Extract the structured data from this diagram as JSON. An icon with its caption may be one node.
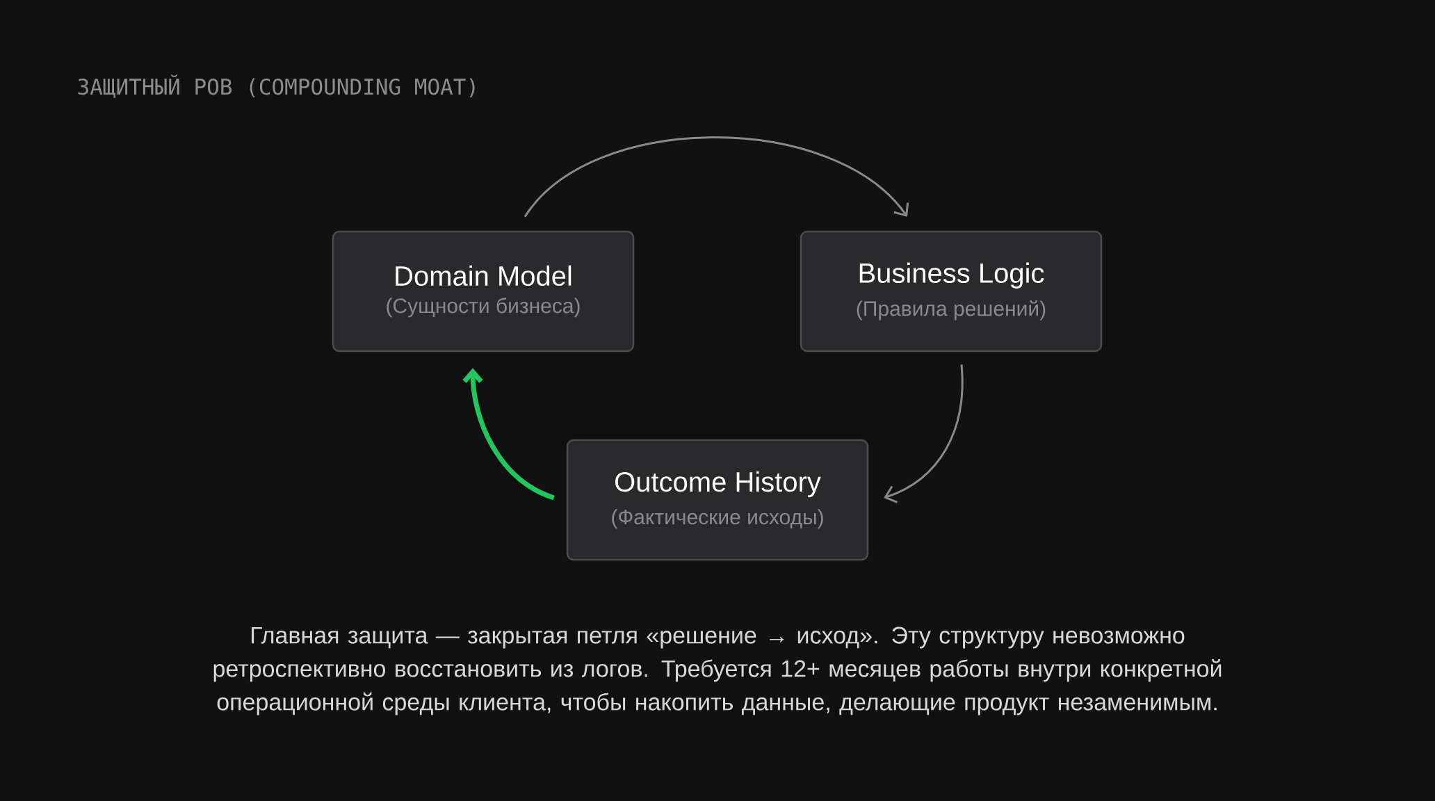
{
  "diagram": {
    "title": "ЗАЩИТНЫЙ РОВ (COMPOUNDING MOAT)",
    "caption": "Главная защита — закрытая петля «решение → исход». Эту структуру невозможно ретроспективно восстановить из логов. Требуется 12+ месяцев работы внутри конкретной операционной среды клиента, чтобы накопить данные, делающие продукт незаменимым.",
    "nodes": [
      {
        "text": [
          "Domain Model",
          "(Сущности бизнеса)"
        ]
      },
      {
        "text": [
          "Business Logic",
          "(Правила решений)"
        ]
      },
      {
        "text": [
          "Outcome History",
          "(Фактические исходы)"
        ]
      }
    ],
    "edges": [
      {
        "from": 0,
        "to": 1,
        "arrow": "to"
      },
      {
        "from": 1,
        "to": 2,
        "arrow": "to"
      },
      {
        "from": 2,
        "to": 0,
        "arrow": "to",
        "style": "thick",
        "color": "#22c55e"
      }
    ]
  }
}
